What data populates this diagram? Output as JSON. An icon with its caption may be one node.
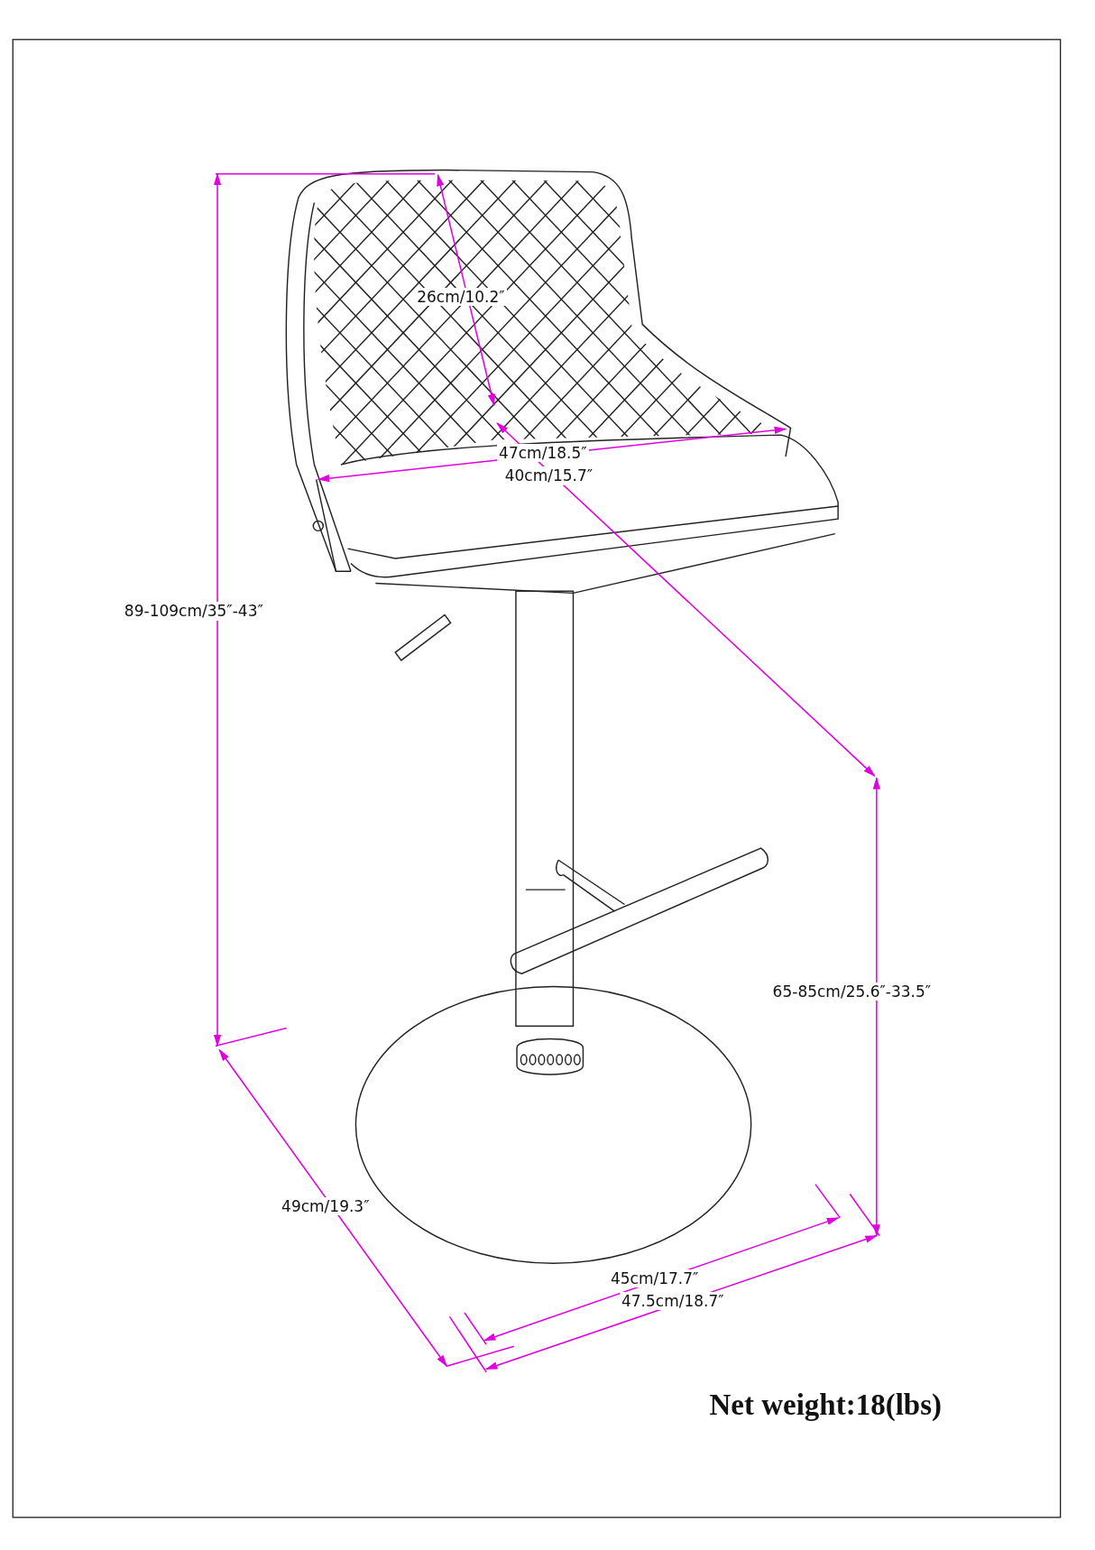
{
  "diagram": {
    "labels": [
      "26cm/10.2″",
      "47cm/18.5″",
      "40cm/15.7″",
      "89-109cm/35″-43″",
      "65-85cm/25.6″-33.5″",
      "49cm/19.3″",
      "45cm/17.7″",
      "47.5cm/18.7″",
      "Net weight:18(lbs)"
    ]
  }
}
